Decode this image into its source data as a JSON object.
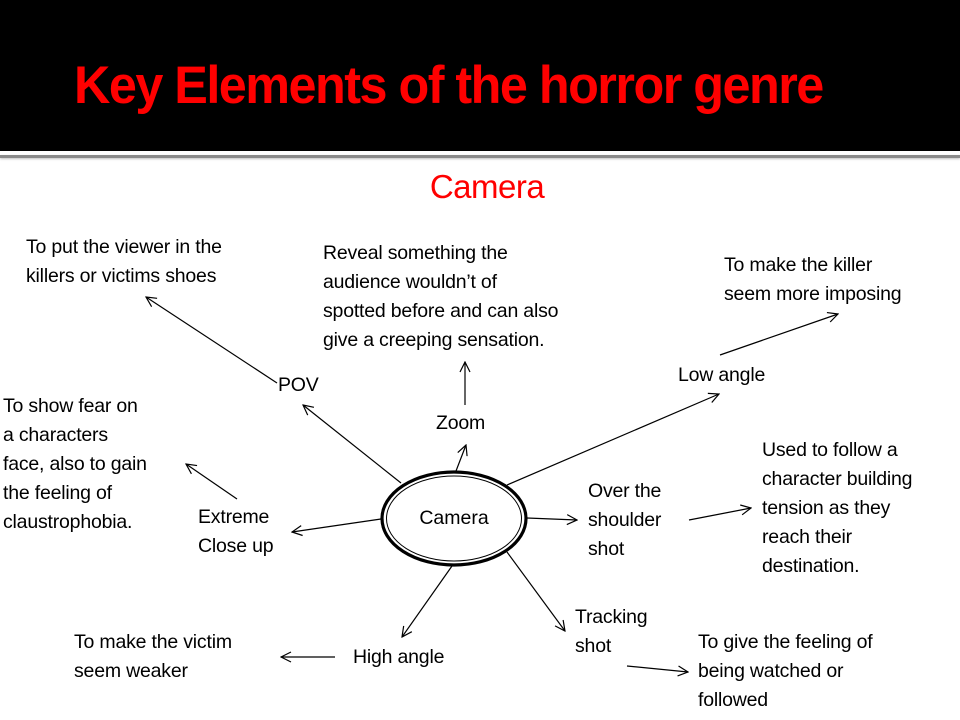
{
  "slide": {
    "title": "Key Elements of the horror genre",
    "subtitle": "Camera",
    "colors": {
      "title_band": "#000000",
      "title_text": "#ff0000",
      "subtitle_text": "#ff0000",
      "body_text": "#000000",
      "background": "#ffffff"
    }
  },
  "diagram": {
    "center": {
      "label": "Camera",
      "shape": "double-outline-ellipse"
    },
    "nodes": [
      {
        "id": "pov",
        "label": "POV",
        "description": "To put the viewer in the\nkillers or victims shoes"
      },
      {
        "id": "zoom",
        "label": "Zoom",
        "description": "Reveal something the\naudience wouldn’t of\nspotted before and can also\ngive a creeping sensation."
      },
      {
        "id": "low-angle",
        "label": "Low angle",
        "description": "To make the killer\nseem more imposing"
      },
      {
        "id": "extreme-close-up",
        "label": "Extreme\nClose up",
        "description": "To show fear on\na characters\nface, also to gain\nthe feeling of\nclaustrophobia."
      },
      {
        "id": "over-the-shoulder",
        "label": "Over the\nshoulder\nshot",
        "description": "Used to follow a\ncharacter building\ntension as they\nreach their\ndestination."
      },
      {
        "id": "high-angle",
        "label": "High angle",
        "description": "To make the victim\nseem weaker"
      },
      {
        "id": "tracking-shot",
        "label": "Tracking\nshot",
        "description": "To give the feeling of\nbeing watched or\nfollowed"
      }
    ]
  }
}
